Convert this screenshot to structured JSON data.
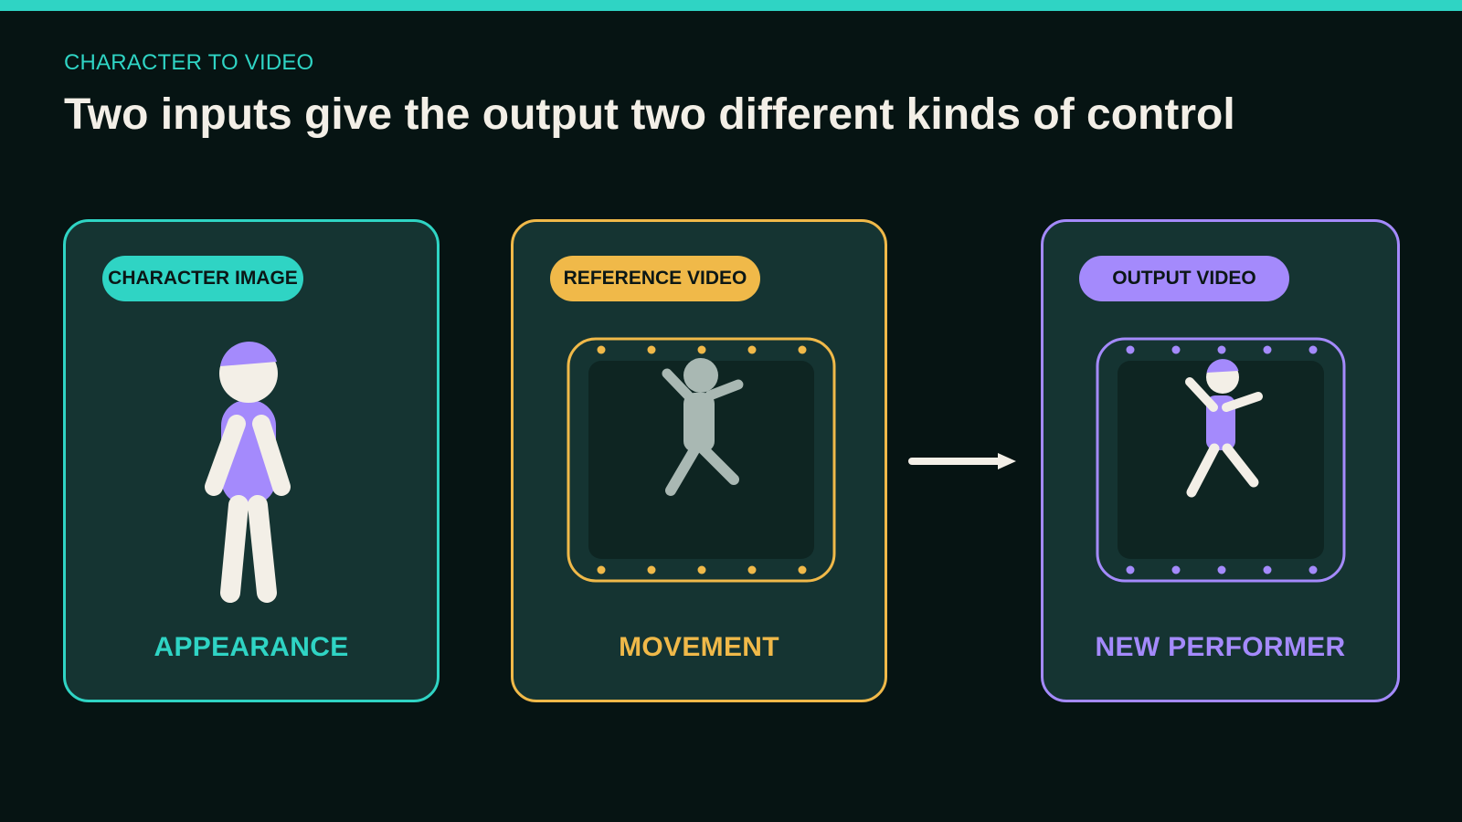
{
  "header": {
    "eyebrow": "CHARACTER TO VIDEO",
    "title": "Two inputs give the output two different kinds of control"
  },
  "cards": [
    {
      "pill": "CHARACTER IMAGE",
      "caption": "APPEARANCE",
      "accent": "#2fd4c4",
      "icon": "standing-character-icon"
    },
    {
      "pill": "REFERENCE VIDEO",
      "caption": "MOVEMENT",
      "accent": "#f0b949",
      "icon": "film-frame-dancing-figure-icon"
    },
    {
      "pill": "OUTPUT VIDEO",
      "caption": "NEW PERFORMER",
      "accent": "#a48afc",
      "icon": "film-frame-dancing-character-icon"
    }
  ],
  "connector": {
    "icon": "arrow-right-icon"
  },
  "colors": {
    "background": "#061413",
    "card_fill": "#153432",
    "figure_cream": "#f3efe7",
    "figure_gray": "#a9b8b3",
    "teal": "#2fd4c4",
    "amber": "#f0b949",
    "violet": "#a48afc"
  }
}
